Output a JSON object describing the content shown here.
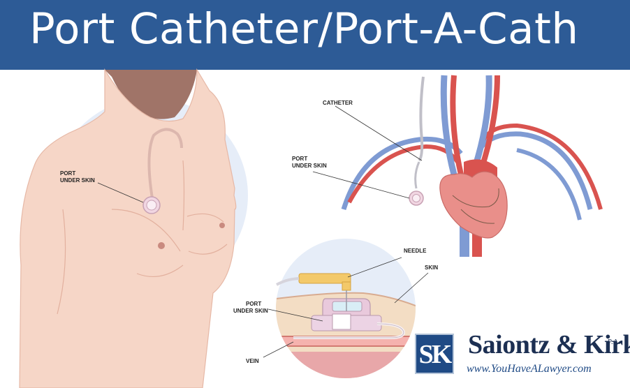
{
  "title": "Port Catheter/Port-A-Cath",
  "labels": {
    "port_under_skin_1": [
      "PORT",
      "UNDER SKIN"
    ],
    "catheter": "CATHETER",
    "port_under_skin_2": [
      "PORT",
      "UNDER SKIN"
    ],
    "needle": "NEEDLE",
    "skin": "SKIN",
    "port_under_skin_3": [
      "PORT",
      "UNDER SKIN"
    ],
    "vein": "VEIN"
  },
  "logo": {
    "monogram": "SK",
    "firm": "Saiontz & Kirk",
    "suffix": "P.A.",
    "website": "www.YouHaveALawyer.com"
  },
  "colors": {
    "banner": "#2d5b96",
    "skin": "#f6d6c7",
    "artery": "#d9534f",
    "vein": "#7f9bd3",
    "halo": "#e6edf8"
  }
}
